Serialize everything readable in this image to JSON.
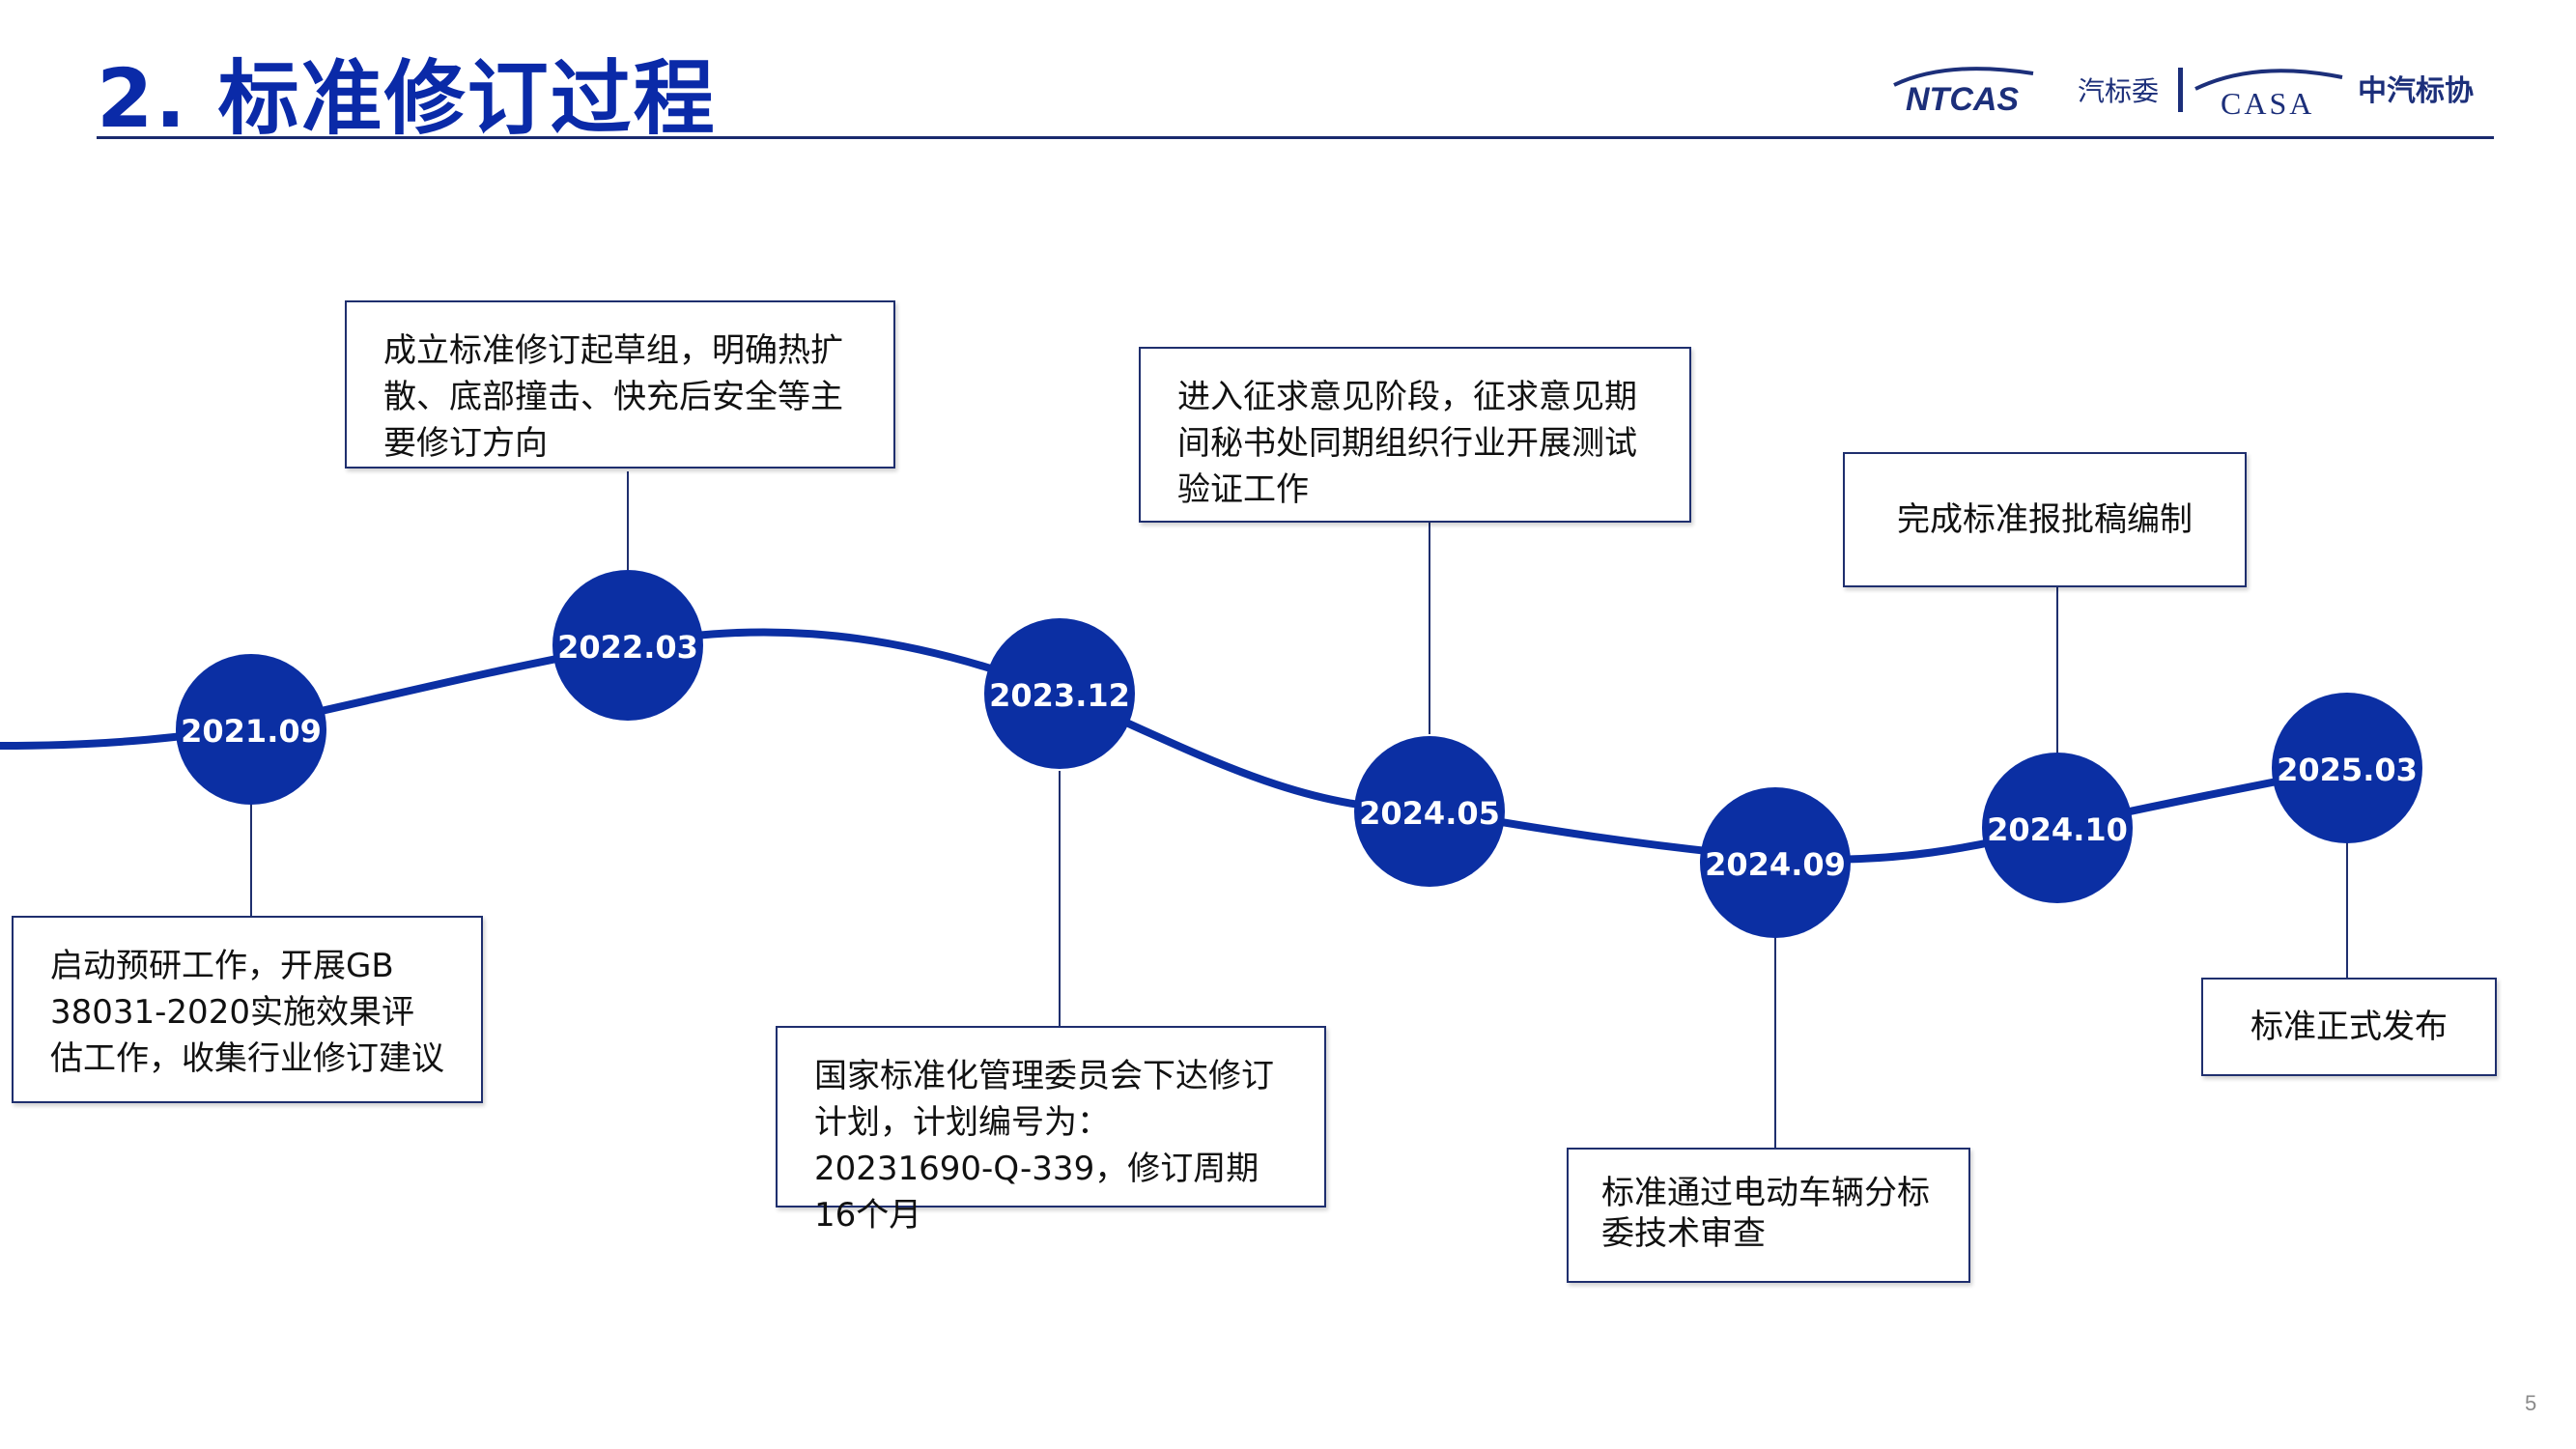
{
  "header": {
    "title": "2. 标准修订过程",
    "logo_left_brand": "NTCAS",
    "logo_left_name": "汽标委",
    "logo_right_brand": "CASA",
    "logo_right_name": "中汽标协"
  },
  "milestones": [
    {
      "date": "2021.09",
      "text": "启动预研工作，开展GB 38031-2020实施效果评估工作，收集行业修订建议"
    },
    {
      "date": "2022.03",
      "text": "成立标准修订起草组，明确热扩散、底部撞击、快充后安全等主要修订方向"
    },
    {
      "date": "2023.12",
      "text": "国家标准化管理委员会下达修订计划，计划编号为：20231690-Q-339，修订周期16个月"
    },
    {
      "date": "2024.05",
      "text": "进入征求意见阶段，征求意见期间秘书处同期组织行业开展测试验证工作"
    },
    {
      "date": "2024.09",
      "text": "标准通过电动车辆分标委技术审查"
    },
    {
      "date": "2024.10",
      "text": "完成标准报批稿编制"
    },
    {
      "date": "2025.03",
      "text": "标准正式发布"
    }
  ],
  "colors": {
    "primary": "#0a2aa8",
    "circle": "#0b2fa3",
    "line": "#0b2fa3",
    "connector": "#1f2f6e"
  },
  "page": {
    "number": "5"
  }
}
